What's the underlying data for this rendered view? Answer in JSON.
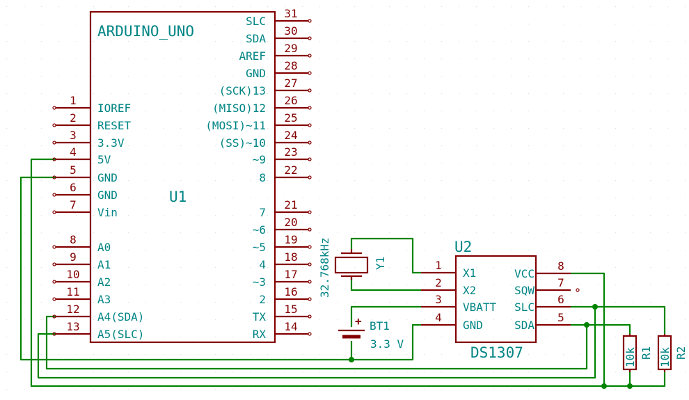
{
  "u1": {
    "ref": "U1",
    "value": "ARDUINO_UNO",
    "left_pins": [
      {
        "num": "1",
        "name": "IOREF"
      },
      {
        "num": "2",
        "name": "RESET"
      },
      {
        "num": "3",
        "name": "3.3V"
      },
      {
        "num": "4",
        "name": "5V"
      },
      {
        "num": "5",
        "name": "GND"
      },
      {
        "num": "6",
        "name": "GND"
      },
      {
        "num": "7",
        "name": "Vin"
      },
      {
        "num": "8",
        "name": "A0"
      },
      {
        "num": "9",
        "name": "A1"
      },
      {
        "num": "10",
        "name": "A2"
      },
      {
        "num": "11",
        "name": "A3"
      },
      {
        "num": "12",
        "name": "A4(SDA)"
      },
      {
        "num": "13",
        "name": "A5(SLC)"
      }
    ],
    "right_pins": [
      {
        "num": "31",
        "name": "SLC"
      },
      {
        "num": "30",
        "name": "SDA"
      },
      {
        "num": "29",
        "name": "AREF"
      },
      {
        "num": "28",
        "name": "GND"
      },
      {
        "num": "27",
        "name": "(SCK)13"
      },
      {
        "num": "26",
        "name": "(MISO)12"
      },
      {
        "num": "25",
        "name": "(MOSI)~11"
      },
      {
        "num": "24",
        "name": "(SS)~10"
      },
      {
        "num": "23",
        "name": "~9"
      },
      {
        "num": "22",
        "name": "8"
      },
      {
        "num": "21",
        "name": "7"
      },
      {
        "num": "20",
        "name": "~6"
      },
      {
        "num": "19",
        "name": "~5"
      },
      {
        "num": "18",
        "name": "4"
      },
      {
        "num": "17",
        "name": "~3"
      },
      {
        "num": "16",
        "name": "2"
      },
      {
        "num": "15",
        "name": "TX"
      },
      {
        "num": "14",
        "name": "RX"
      }
    ]
  },
  "u2": {
    "ref": "U2",
    "value": "DS1307",
    "left_pins": [
      {
        "num": "1",
        "name": "X1"
      },
      {
        "num": "2",
        "name": "X2"
      },
      {
        "num": "3",
        "name": "VBATT"
      },
      {
        "num": "4",
        "name": "GND"
      }
    ],
    "right_pins": [
      {
        "num": "8",
        "name": "VCC"
      },
      {
        "num": "7",
        "name": "SQW"
      },
      {
        "num": "6",
        "name": "SLC"
      },
      {
        "num": "5",
        "name": "SDA"
      }
    ]
  },
  "y1": {
    "ref": "Y1",
    "value": "32.768kHz"
  },
  "bt1": {
    "ref": "BT1",
    "value": "3.3 V",
    "polarity": "+"
  },
  "r1": {
    "ref": "R1",
    "value": "10k"
  },
  "r2": {
    "ref": "R2",
    "value": "10k"
  },
  "colors": {
    "component_outline": "#840000",
    "text": "#008484",
    "wire": "#008400",
    "background": "#ffffff"
  }
}
